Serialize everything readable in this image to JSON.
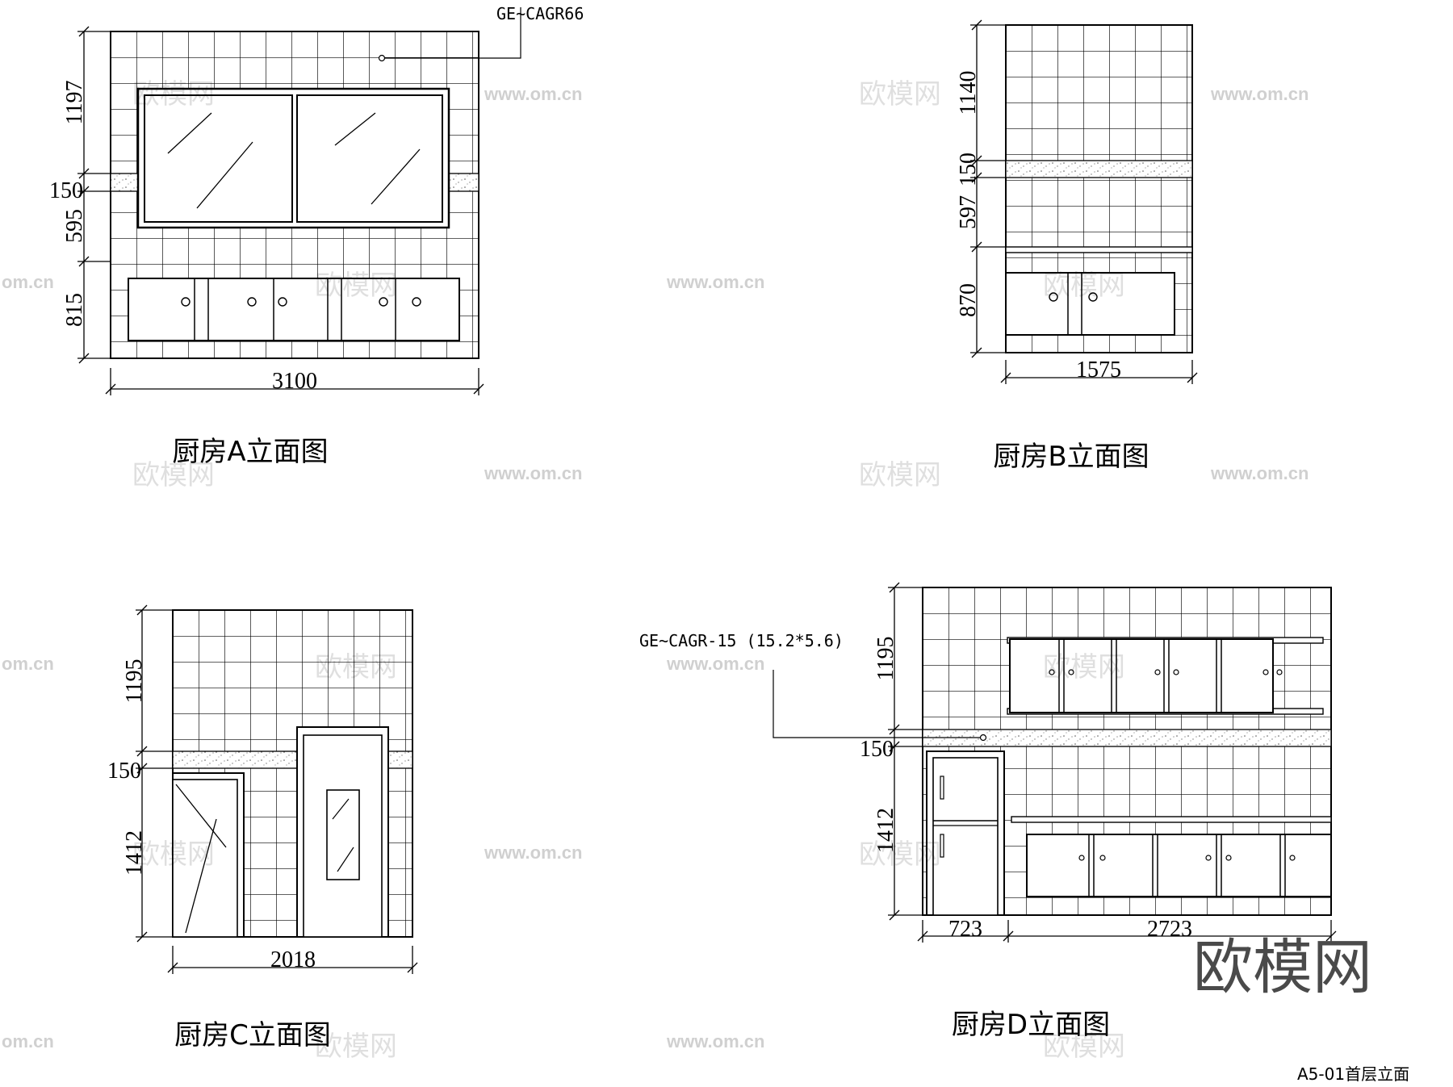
{
  "watermark": {
    "brand": "欧模网",
    "url": "www.om.cn",
    "url_fragment": "om.cn"
  },
  "sheet_code": "A5-01首层立面",
  "elevations": {
    "a": {
      "title": "厨房A立面图",
      "width_dim": "3100",
      "height_dims": [
        "1197",
        "150",
        "595",
        "815"
      ],
      "note": "GE~CAGR66"
    },
    "b": {
      "title": "厨房B立面图",
      "width_dim": "1575",
      "height_dims": [
        "1140",
        "150",
        "597",
        "870"
      ]
    },
    "c": {
      "title": "厨房C立面图",
      "width_dim": "2018",
      "height_dims": [
        "1195",
        "150",
        "1412"
      ]
    },
    "d": {
      "title": "厨房D立面图",
      "width_dims": [
        "723",
        "2723"
      ],
      "height_dims": [
        "1195",
        "150",
        "1412"
      ],
      "note": "GE~CAGR-15 (15.2*5.6)"
    }
  }
}
